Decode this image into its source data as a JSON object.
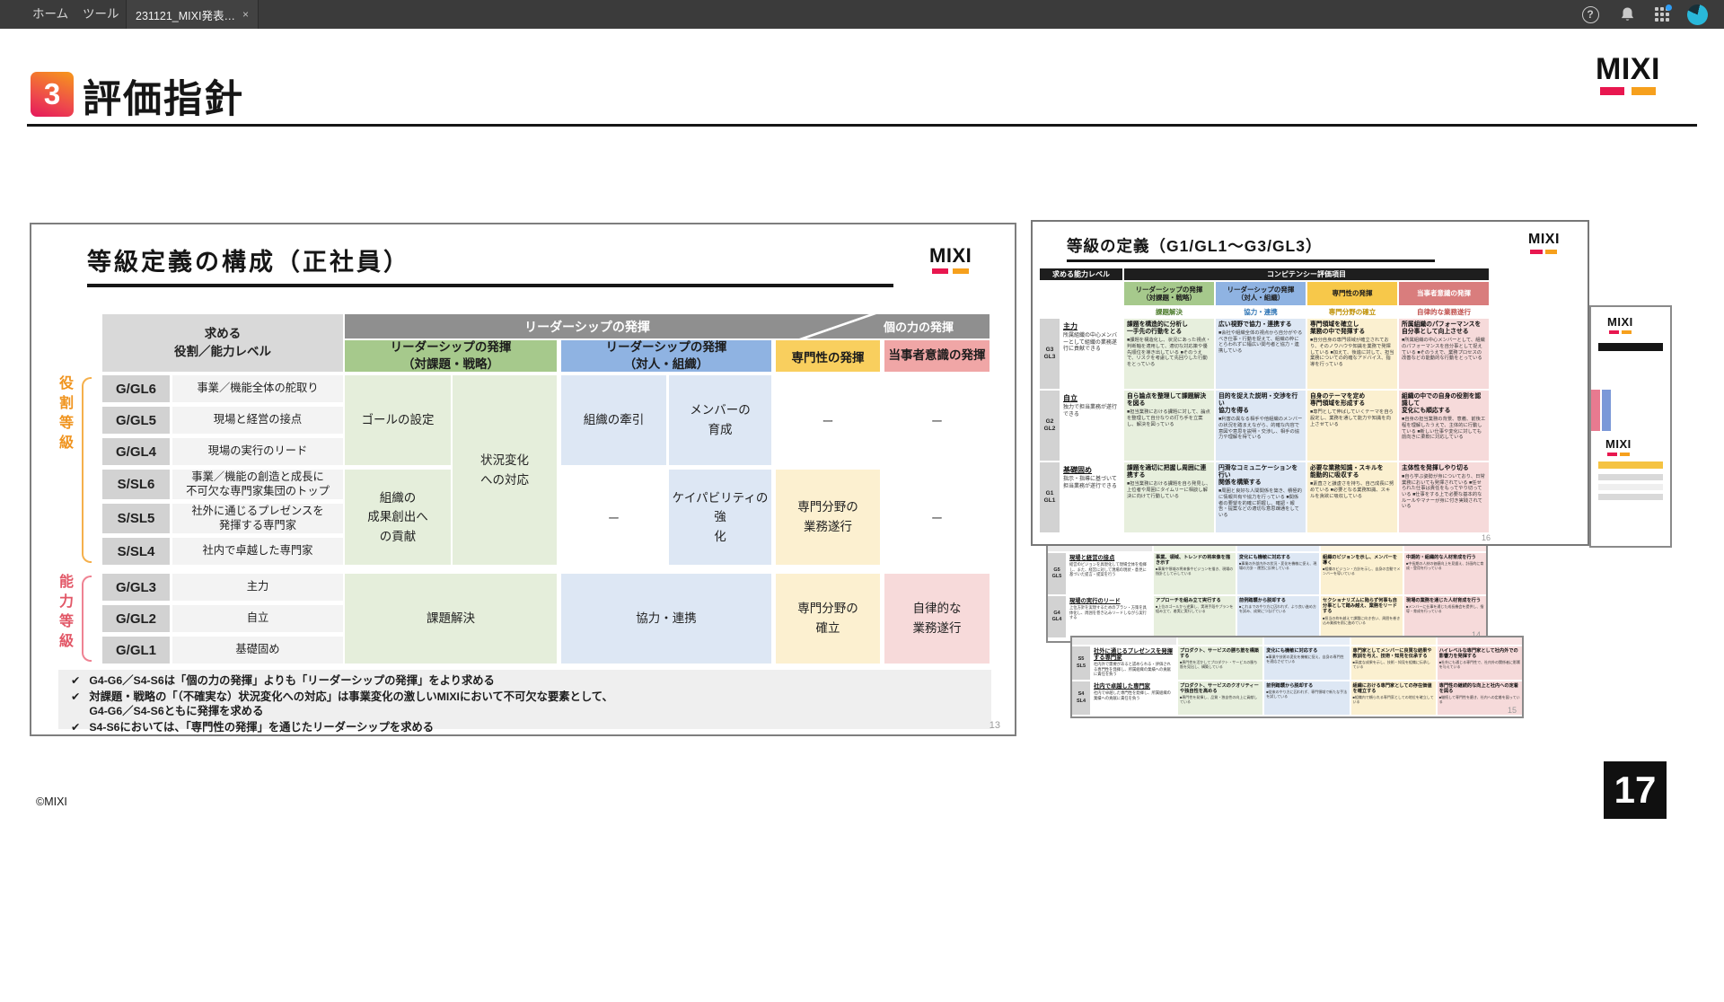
{
  "brand": "MIXI",
  "colors": {
    "brand_pink": "#e8174f",
    "brand_orange": "#f6a01d",
    "badge_gradient_top": "#f6921e",
    "badge_gradient_bottom": "#e5175c",
    "topbar": "#3b3b3b",
    "accent_blue_badge": "#2f9df4",
    "avatar_cyan": "#29b8da"
  },
  "chrome": {
    "menu": [
      "ホーム",
      "ツール"
    ],
    "tab": {
      "label": "231121_MIXI発表…",
      "close": "×"
    },
    "icons": [
      "help-icon",
      "bell-icon",
      "apps-grid-icon",
      "avatar"
    ]
  },
  "header": {
    "badge": "3",
    "title": "評価指針"
  },
  "footer": {
    "copyright": "©MIXI",
    "page": "17"
  },
  "mainSlide": {
    "title": "等級定義の構成（正社員）",
    "page": "13",
    "check": "✔",
    "matrix": {
      "cornerHeader": "求める\n役割／能力レベル",
      "bandLeft": "リーダーシップの発揮",
      "bandRight": "個の力の発揮",
      "subGreen": "リーダーシップの発揮\n（対課題・戦略）",
      "subBlue": "リーダーシップの発揮\n（対人・組織）",
      "subYellow": "専門性の発揮",
      "subPink": "当事者意識の発揮",
      "roleGroupLabel": "役割等級",
      "abilityGroupLabel": "能力等級",
      "roleRows": [
        {
          "grade": "G/GL6",
          "role": "事業／機能全体の舵取り"
        },
        {
          "grade": "G/GL5",
          "role": "現場と経営の接点"
        },
        {
          "grade": "G/GL4",
          "role": "現場の実行のリード"
        },
        {
          "grade": "S/SL6",
          "role": "事業／機能の創造と成長に\n不可欠な専門家集団のトップ"
        },
        {
          "grade": "S/SL5",
          "role": "社外に通じるプレゼンスを\n発揮する専門家"
        },
        {
          "grade": "S/SL4",
          "role": "社内で卓越した専門家"
        }
      ],
      "abilityRows": [
        {
          "grade": "G/GL3",
          "role": "主力"
        },
        {
          "grade": "G/GL2",
          "role": "自立"
        },
        {
          "grade": "G/GL1",
          "role": "基礎固め"
        }
      ],
      "cells": {
        "goal": "ゴールの設定",
        "orgResult": "組織の\n成果創出へ\nの貢献",
        "change": "状況変化\nへの対応",
        "lead": "組織の牽引",
        "member": "メンバーの\n育成",
        "capability": "ケイパビリティの強\n化",
        "specialWork": "専門分野の\n業務遂行",
        "problem": "課題解決",
        "coop": "協力・連携",
        "establish": "専門分野の\n確立",
        "autonomous": "自律的な\n業務遂行",
        "dash": "ー"
      }
    },
    "notes": [
      {
        "t": "G4-G6／S4-S6は「個の力の発揮」よりも「リーダーシップの発揮」をより求める"
      },
      {
        "t": "対課題・戦略の「（不確実な）状況変化への対応」は事業変化の激しいMIXIにおいて不可欠な要素として、\nG4-G6／S4-S6ともに発揮を求める"
      },
      {
        "t": "S4-S6においては、「専門性の発揮」を通じたリーダーシップを求める"
      }
    ]
  },
  "gradeSlide": {
    "title": "等級の定義（G1/GL1～G3/GL3）",
    "page": "16",
    "headers": {
      "level": "求める能力レベル",
      "competency": "コンピテンシー評価項目"
    },
    "columns": [
      {
        "header": "リーダーシップの発揮\n（対課題・戦略）",
        "sub": "課題解決",
        "hc": "#a6c98c",
        "htx": "#1c1c1c",
        "sc": "#4e7d2e",
        "light": "#e7efdd"
      },
      {
        "header": "リーダーシップの発揮\n（対人・組織）",
        "sub": "協力・連携",
        "hc": "#8fb3e2",
        "htx": "#1c1c1c",
        "sc": "#2e74b5",
        "light": "#dde7f4"
      },
      {
        "header": "専門性の発揮",
        "sub": "専門分野の確立",
        "hc": "#f7c84a",
        "htx": "#1c1c1c",
        "sc": "#bf8f00",
        "light": "#fbf0d0"
      },
      {
        "header": "当事者意識の発揮",
        "sub": "自律的な業務遂行",
        "hc": "#d97d7d",
        "htx": "#ffffff",
        "sc": "#c0504d",
        "light": "#f6dada"
      }
    ],
    "rows": [
      {
        "grade": "G3\nGL3",
        "name": "主力",
        "desc": "所属組織の中心メンバーとして組織の業務遂行に貢献できる",
        "cells": [
          {
            "hd": "課題を構造的に分析し\n一手先の行動をとる",
            "bd": "■課題を構造化し、状況にあった視点・判断軸を適用して、適切な対応策や優先順位を導き出している ■そのうえで、リスクを考慮して先回りした行動をとっている"
          },
          {
            "hd": "広い視野で協力・連携する",
            "bd": "■会社や組織全体の視点から自分がやるべき仕事・行動を捉えて、組織の枠にとらわれずに幅広い関与者と協力・連携している"
          },
          {
            "hd": "専門領域を確立し\n業務の中で発揮する",
            "bd": "■自分自身の専門領域が確立されており、そのノウハウや知識を業務で発揮している ■加えて、後進に対して、担当業務についての的確なアドバイス、指導を行っている"
          },
          {
            "hd": "所属組織のパフォーマンスを\n自分事として向上させる",
            "bd": "■所属組織の中心メンバーとして、組織のパフォーマンスを自分事として捉えている ■そのうえで、業務プロセスの改善などの能動的な行動をとっている"
          }
        ]
      },
      {
        "grade": "G2\nGL2",
        "name": "自立",
        "desc": "独力で担当業務が遂行できる",
        "cells": [
          {
            "hd": "自ら論点を整理して課題解決を図る",
            "bd": "■担当業務における課題に対して、論点を整理して自分なりの打ち手を立案し、解決を図っている"
          },
          {
            "hd": "目的を捉えた説明・交渉を行い\n協力を得る",
            "bd": "■利害の異なる相手や他組織のメンバーの状況を踏まえながら、的確な内容で意図や意思を説明・交渉し、相手の協力や理解を得ている"
          },
          {
            "hd": "自身のテーマを定め\n専門領域を形成する",
            "bd": "■専門として伸ばしていくテーマを自ら設定し、業務を通して能力や知識を向上させている"
          },
          {
            "hd": "組織の中での自身の役割を認識して\n変化にも順応する",
            "bd": "■自身の担当業務の背景、意義、前後工程を理解したうえで、主体的に行動している ■新しい仕事や変化に対しても前向きに柔軟に対応している"
          }
        ]
      },
      {
        "grade": "G1\nGL1",
        "name": "基礎固め",
        "desc": "指示・指導に基づいて担当業務が遂行できる",
        "cells": [
          {
            "hd": "課題を適切に把握し周囲に連携する",
            "bd": "■担当業務における課題を自ら発見し、上位者や周囲にタイムリーに相談し解決に向けて行動している"
          },
          {
            "hd": "円滑なコミュニケーションを行い\n関係を構築する",
            "bd": "■周囲と良好な人間関係を築き、積極的に情報共有や協力を行っている ■関係者の要望を的確に把握し、確認・報告・提案などの適切な意思疎通をしている"
          },
          {
            "hd": "必要な業務知識・スキルを\n能動的に吸収する",
            "bd": "■素直さと謙虚さを持ち、自己成長に努めている ■必要となる業務知識、スキルを貪欲に吸収している"
          },
          {
            "hd": "主体性を発揮しやり切る",
            "bd": "■自ら学ぶ姿勢が身についており、日常業務においても発揮されている ■任せられた仕事は責任をもってやり切っている ■仕事をする上で必要な基本的なルールやマナーが身に付き実践されている"
          }
        ]
      }
    ]
  },
  "slide14": {
    "page": "14",
    "rows": [
      {
        "grade": "G5\nGL5",
        "name": "現場と経営の接点",
        "desc": "経営のビジョンを具現化して現場全体を指揮し、また、経営に対して現場の現状・意見に基づいた提言・提案を行う",
        "cells": [
          {
            "hd": "事業、領域、トレンドの将来像を描き示す",
            "bd": "■事業や領域の将来像やビジョンを描き、現場の指針として示している"
          },
          {
            "hd": "変化にも機敏に対応する",
            "bd": "■事業の外部内外の状況・変化を機敏に捉え、現場の方針・運営に反映している"
          },
          {
            "hd": "組織のビジョンを示し、メンバーを導く",
            "bd": "■組織のビジョン・方針を示し、自身の言動でメンバーを導いている"
          },
          {
            "hd": "中期的・組織的な人材育成を行う",
            "bd": "■中長期の人材の価値向上を見据え、計画的に育成・登用を行っている"
          }
        ]
      },
      {
        "grade": "G4\nGL4",
        "name": "現場の実行のリード",
        "desc": "上位方針を実現するためのプラン・方策を具体化し、周囲を巻き込みリードしながら実行する",
        "cells": [
          {
            "hd": "アプローチを組み立て実行する",
            "bd": "■上位のゴールから逆算し、実現手段やプランを組み立て、着実に実行している"
          },
          {
            "hd": "前例踏襲から脱却する",
            "bd": "■これまでのやり方に囚われず、より良い進め方を試み、成果につなげている"
          },
          {
            "hd": "セクショナリズムに陥らず何事も自分事として踏み越え、業務をリードする",
            "bd": "■担当の枠を越えて課題に向き合い、周囲を巻き込み業務を前に進めている"
          },
          {
            "hd": "現場の業務を通じた人材育成を行う",
            "bd": "■メンバーに仕事を通じた成長機会を提供し、指導・育成を行っている"
          }
        ]
      }
    ]
  },
  "slide15": {
    "page": "15",
    "rows": [
      {
        "grade": "S5\nSL5",
        "name": "社外に通じるプレゼンスを発揮する専門家",
        "desc": "社内外で需要があると認められる・評価される専門性を発揮し、所属組織の業績への貢献に責任を負う",
        "cells": [
          {
            "hd": "プロダクト、サービスの勝ち筋を構築する",
            "bd": "■専門性を活かしてプロダクト・サービスの勝ち筋を見出し、構築している"
          },
          {
            "hd": "変化にも機敏に対応する",
            "bd": "■事業や技術の変化を機敏に捉え、自身の専門性を適応させている"
          },
          {
            "hd": "専門家としてメンバーに良質な結果や教訓を与え、技術・知見を伝承する",
            "bd": "■高度な成果を示し、技術・知見を組織に伝承している"
          },
          {
            "hd": "ハイレベルな専門家として社内外での影響力を発揮する",
            "bd": "■社外にも通じる専門性で、社内外の関係者に影響を与えている"
          }
        ]
      },
      {
        "grade": "S4\nSL4",
        "name": "社内で卓越した専門家",
        "desc": "社内で卓越した専門性を発揮し、所属組織の業績への貢献に責任を負う",
        "cells": [
          {
            "hd": "プロダクト、サービスのクオリティーや独自性を高める",
            "bd": "■専門性を発揮し、品質・独自性の向上に貢献している"
          },
          {
            "hd": "前例踏襲から脱却する",
            "bd": "■従来のやり方に囚われず、専門領域で新たな手法を試している"
          },
          {
            "hd": "組織における専門家としての存在価値を確立する",
            "bd": "■組織内で頼られる専門家としての地位を確立している"
          },
          {
            "hd": "専門性の継続的な向上と社内への定着を図る",
            "bd": "■継続して専門性を磨き、社内への定着を図っている"
          }
        ]
      }
    ]
  }
}
